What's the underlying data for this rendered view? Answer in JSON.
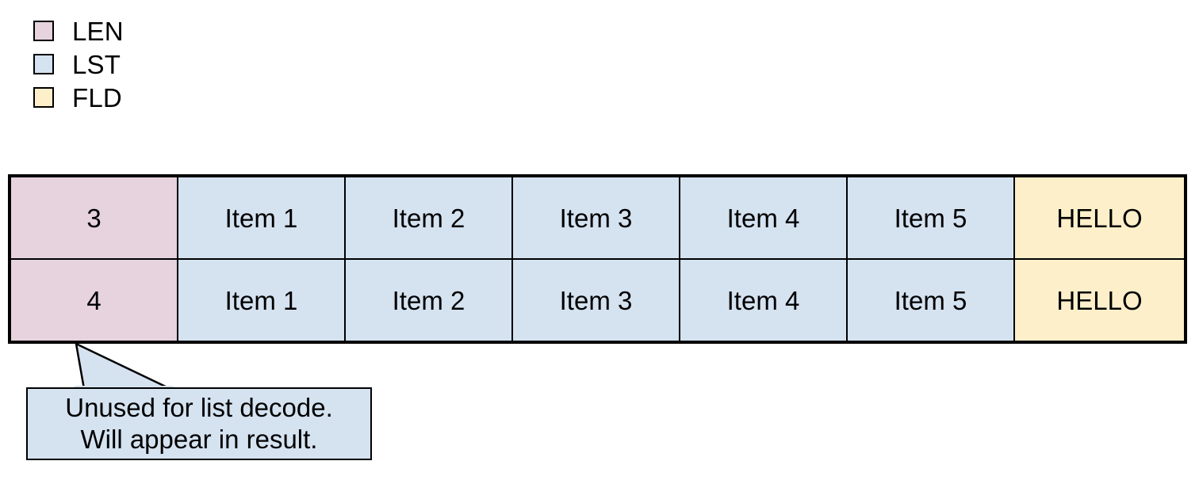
{
  "colors": {
    "len": "#e6d3de",
    "lst": "#d5e2f0",
    "fld": "#fcefc9",
    "stroke": "#000000",
    "background": "#ffffff",
    "callout_fill": "#d5e2f0"
  },
  "legend": {
    "items": [
      {
        "label": "LEN",
        "color": "#e6d3de",
        "swatch_icon": "color-swatch-icon"
      },
      {
        "label": "LST",
        "color": "#d5e2f0",
        "swatch_icon": "color-swatch-icon"
      },
      {
        "label": "FLD",
        "color": "#fcefc9",
        "swatch_icon": "color-swatch-icon"
      }
    ]
  },
  "table": {
    "rows": [
      {
        "cells": [
          {
            "text": "3",
            "kind": "len"
          },
          {
            "text": "Item 1",
            "kind": "lst"
          },
          {
            "text": "Item 2",
            "kind": "lst"
          },
          {
            "text": "Item 3",
            "kind": "lst"
          },
          {
            "text": "Item 4",
            "kind": "lst"
          },
          {
            "text": "Item 5",
            "kind": "lst"
          },
          {
            "text": "HELLO",
            "kind": "fld"
          }
        ]
      },
      {
        "cells": [
          {
            "text": "4",
            "kind": "len"
          },
          {
            "text": "Item 1",
            "kind": "lst"
          },
          {
            "text": "Item 2",
            "kind": "lst"
          },
          {
            "text": "Item 3",
            "kind": "lst"
          },
          {
            "text": "Item 4",
            "kind": "lst"
          },
          {
            "text": "Item 5",
            "kind": "lst"
          },
          {
            "text": "HELLO",
            "kind": "fld"
          }
        ]
      }
    ]
  },
  "callout": {
    "line1": "Unused for list decode.",
    "line2": "Will appear in result."
  }
}
